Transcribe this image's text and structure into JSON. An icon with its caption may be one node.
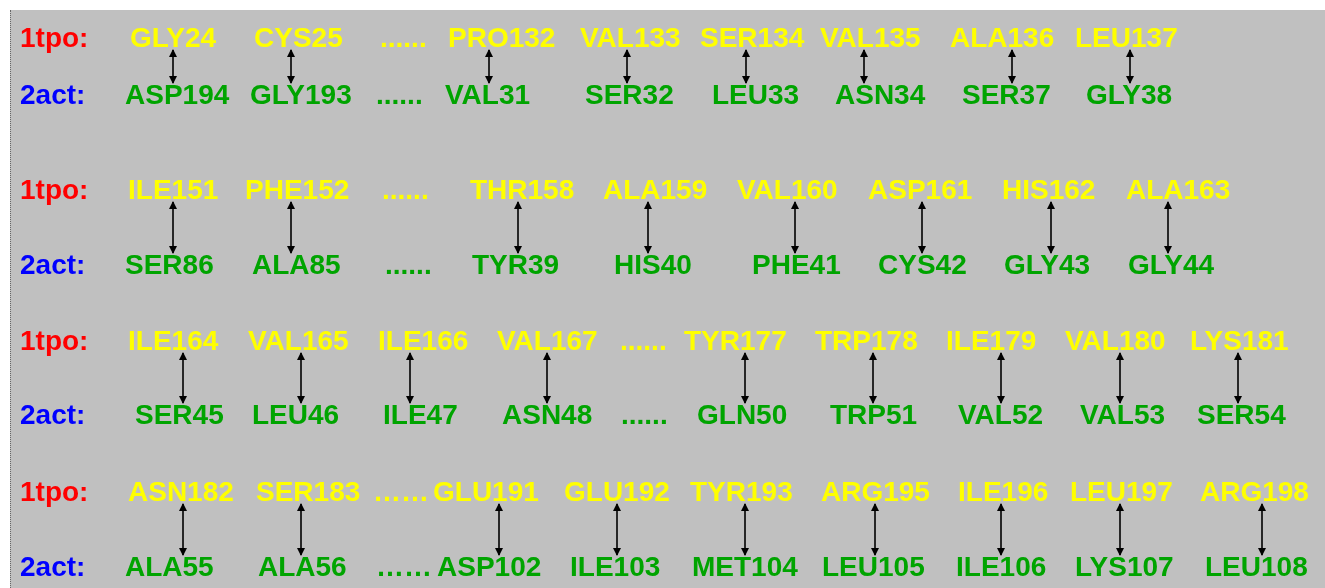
{
  "diagram": {
    "nodes": [
      {
        "text": [
          "GLY24"
        ]
      },
      {
        "text": [
          "CYS25"
        ]
      },
      {
        "text": [
          "PRO132"
        ]
      },
      {
        "text": [
          "VAL133"
        ]
      },
      {
        "text": [
          "SER134"
        ]
      },
      {
        "text": [
          "VAL135"
        ]
      },
      {
        "text": [
          "ALA136"
        ]
      },
      {
        "text": [
          "LEU137"
        ]
      },
      {
        "text": [
          "ASP194"
        ]
      },
      {
        "text": [
          "GLY193"
        ]
      },
      {
        "text": [
          "VAL31"
        ]
      },
      {
        "text": [
          "SER32"
        ]
      },
      {
        "text": [
          "LEU33"
        ]
      },
      {
        "text": [
          "ASN34"
        ]
      },
      {
        "text": [
          "SER37"
        ]
      },
      {
        "text": [
          "GLY38"
        ]
      },
      {
        "text": [
          "ILE151"
        ]
      },
      {
        "text": [
          "PHE152"
        ]
      },
      {
        "text": [
          "THR158"
        ]
      },
      {
        "text": [
          "ALA159"
        ]
      },
      {
        "text": [
          "VAL160"
        ]
      },
      {
        "text": [
          "ASP161"
        ]
      },
      {
        "text": [
          "HIS162"
        ]
      },
      {
        "text": [
          "ALA163"
        ]
      },
      {
        "text": [
          "SER86"
        ]
      },
      {
        "text": [
          "ALA85"
        ]
      },
      {
        "text": [
          "TYR39"
        ]
      },
      {
        "text": [
          "HIS40"
        ]
      },
      {
        "text": [
          "PHE41"
        ]
      },
      {
        "text": [
          "CYS42"
        ]
      },
      {
        "text": [
          "GLY43"
        ]
      },
      {
        "text": [
          "GLY44"
        ]
      },
      {
        "text": [
          "ILE164"
        ]
      },
      {
        "text": [
          "VAL165"
        ]
      },
      {
        "text": [
          "ILE166"
        ]
      },
      {
        "text": [
          "VAL167"
        ]
      },
      {
        "text": [
          "TYR177"
        ]
      },
      {
        "text": [
          "TRP178"
        ]
      },
      {
        "text": [
          "ILE179"
        ]
      },
      {
        "text": [
          "VAL180"
        ]
      },
      {
        "text": [
          "LYS181"
        ]
      },
      {
        "text": [
          "SER45"
        ]
      },
      {
        "text": [
          "LEU46"
        ]
      },
      {
        "text": [
          "ILE47"
        ]
      },
      {
        "text": [
          "ASN48"
        ]
      },
      {
        "text": [
          "GLN50"
        ]
      },
      {
        "text": [
          "TRP51"
        ]
      },
      {
        "text": [
          "VAL52"
        ]
      },
      {
        "text": [
          "VAL53"
        ]
      },
      {
        "text": [
          "SER54"
        ]
      },
      {
        "text": [
          "ASN182"
        ]
      },
      {
        "text": [
          "SER183"
        ]
      },
      {
        "text": [
          "GLU191"
        ]
      },
      {
        "text": [
          "GLU192"
        ]
      },
      {
        "text": [
          "TYR193"
        ]
      },
      {
        "text": [
          "ARG195"
        ]
      },
      {
        "text": [
          "ILE196"
        ]
      },
      {
        "text": [
          "LEU197"
        ]
      },
      {
        "text": [
          "ARG198"
        ]
      },
      {
        "text": [
          "ALA55"
        ]
      },
      {
        "text": [
          "ALA56"
        ]
      },
      {
        "text": [
          "ASP102"
        ]
      },
      {
        "text": [
          "ILE103"
        ]
      },
      {
        "text": [
          "MET104"
        ]
      },
      {
        "text": [
          "LEU105"
        ]
      },
      {
        "text": [
          "ILE106"
        ]
      },
      {
        "text": [
          "LYS107"
        ]
      },
      {
        "text": [
          "LEU108"
        ]
      }
    ],
    "edges": [
      {
        "from": 0,
        "to": 8,
        "arrow": "both"
      },
      {
        "from": 1,
        "to": 9,
        "arrow": "both"
      },
      {
        "from": 2,
        "to": 10,
        "arrow": "both"
      },
      {
        "from": 3,
        "to": 11,
        "arrow": "both"
      },
      {
        "from": 4,
        "to": 12,
        "arrow": "both"
      },
      {
        "from": 5,
        "to": 13,
        "arrow": "both"
      },
      {
        "from": 6,
        "to": 14,
        "arrow": "both"
      },
      {
        "from": 7,
        "to": 15,
        "arrow": "both"
      },
      {
        "from": 16,
        "to": 24,
        "arrow": "both"
      },
      {
        "from": 17,
        "to": 25,
        "arrow": "both"
      },
      {
        "from": 18,
        "to": 26,
        "arrow": "both"
      },
      {
        "from": 19,
        "to": 27,
        "arrow": "both"
      },
      {
        "from": 20,
        "to": 28,
        "arrow": "both"
      },
      {
        "from": 21,
        "to": 29,
        "arrow": "both"
      },
      {
        "from": 22,
        "to": 30,
        "arrow": "both"
      },
      {
        "from": 23,
        "to": 31,
        "arrow": "both"
      },
      {
        "from": 32,
        "to": 41,
        "arrow": "both"
      },
      {
        "from": 33,
        "to": 42,
        "arrow": "both"
      },
      {
        "from": 34,
        "to": 43,
        "arrow": "both"
      },
      {
        "from": 35,
        "to": 44,
        "arrow": "both"
      },
      {
        "from": 36,
        "to": 45,
        "arrow": "both"
      },
      {
        "from": 37,
        "to": 46,
        "arrow": "both"
      },
      {
        "from": 38,
        "to": 47,
        "arrow": "both"
      },
      {
        "from": 39,
        "to": 48,
        "arrow": "both"
      },
      {
        "from": 40,
        "to": 49,
        "arrow": "both"
      },
      {
        "from": 50,
        "to": 59,
        "arrow": "both"
      },
      {
        "from": 51,
        "to": 60,
        "arrow": "both"
      },
      {
        "from": 52,
        "to": 61,
        "arrow": "both"
      },
      {
        "from": 53,
        "to": 62,
        "arrow": "both"
      },
      {
        "from": 54,
        "to": 63,
        "arrow": "both"
      },
      {
        "from": 55,
        "to": 64,
        "arrow": "both"
      },
      {
        "from": 56,
        "to": 65,
        "arrow": "both"
      },
      {
        "from": 57,
        "to": 66,
        "arrow": "both"
      },
      {
        "from": 58,
        "to": 67,
        "arrow": "both"
      }
    ],
    "labels": [
      "1tpo:",
      "......",
      "2act:",
      "......",
      "1tpo:",
      "......",
      "2act:",
      "......",
      "1tpo:",
      "......",
      "2act:",
      "......",
      "1tpo:",
      "……",
      "2act:",
      "……"
    ]
  }
}
